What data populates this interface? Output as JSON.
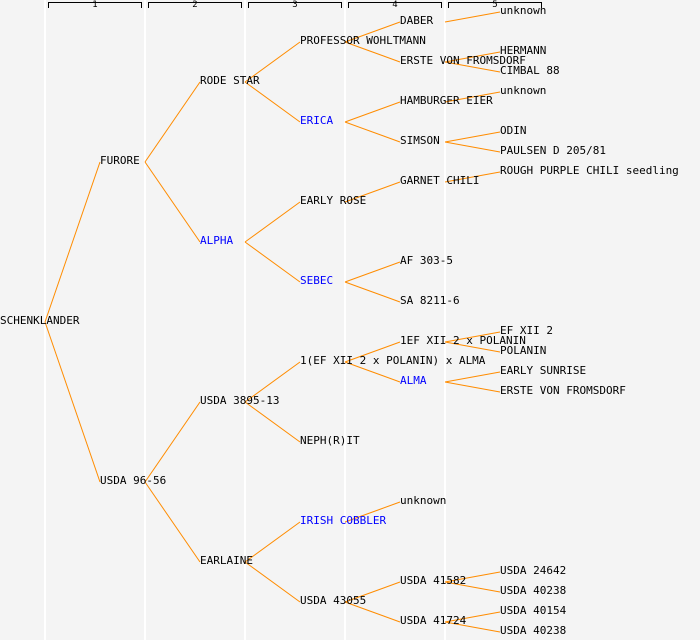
{
  "generation_headers": [
    "1",
    "2",
    "3",
    "4",
    "5"
  ],
  "colors": {
    "line": "#ff8c00",
    "link": "#0000ff",
    "text": "#000000",
    "background": "#f4f4f4"
  },
  "tree": {
    "name": "SCHENKLANDER",
    "children": [
      {
        "name": "FURORE",
        "children": [
          {
            "name": "RODE STAR",
            "children": [
              {
                "name": "PROFESSOR WOHLTMANN",
                "children": [
                  {
                    "name": "DABER",
                    "children": [
                      {
                        "name": "unknown"
                      },
                      null
                    ]
                  },
                  {
                    "name": "ERSTE VON FROMSDORF",
                    "children": [
                      {
                        "name": "HERMANN"
                      },
                      {
                        "name": "CIMBAL 88"
                      }
                    ]
                  }
                ]
              },
              {
                "name": "ERICA",
                "link": true,
                "children": [
                  {
                    "name": "HAMBURGER EIER",
                    "children": [
                      {
                        "name": "unknown"
                      },
                      null
                    ]
                  },
                  {
                    "name": "SIMSON",
                    "children": [
                      {
                        "name": "ODIN"
                      },
                      {
                        "name": "PAULSEN D 205/81"
                      }
                    ]
                  }
                ]
              }
            ]
          },
          {
            "name": "ALPHA",
            "link": true,
            "children": [
              {
                "name": "EARLY ROSE",
                "children": [
                  {
                    "name": "GARNET CHILI",
                    "children": [
                      {
                        "name": "ROUGH PURPLE CHILI seedling"
                      },
                      null
                    ]
                  },
                  null
                ]
              },
              {
                "name": "SEBEC",
                "link": true,
                "children": [
                  {
                    "name": "AF 303-5"
                  },
                  {
                    "name": "SA 8211-6"
                  }
                ]
              }
            ]
          }
        ]
      },
      {
        "name": "USDA 96-56",
        "children": [
          {
            "name": "USDA 3895-13",
            "children": [
              {
                "name": "1(EF XII 2 x POLANIN) x ALMA",
                "children": [
                  {
                    "name": "1EF XII 2 x POLANIN",
                    "children": [
                      {
                        "name": "EF XII 2"
                      },
                      {
                        "name": "POLANIN"
                      }
                    ]
                  },
                  {
                    "name": "ALMA",
                    "link": true,
                    "children": [
                      {
                        "name": "EARLY SUNRISE"
                      },
                      {
                        "name": "ERSTE VON FROMSDORF"
                      }
                    ]
                  }
                ]
              },
              {
                "name": "NEPH(R)IT"
              }
            ]
          },
          {
            "name": "EARLAINE",
            "children": [
              {
                "name": "IRISH COBBLER",
                "link": true,
                "children": [
                  {
                    "name": "unknown"
                  },
                  null
                ]
              },
              {
                "name": "USDA 43055",
                "children": [
                  {
                    "name": "USDA 41582",
                    "children": [
                      {
                        "name": "USDA 24642"
                      },
                      {
                        "name": "USDA 40238"
                      }
                    ]
                  },
                  {
                    "name": "USDA 41724",
                    "children": [
                      {
                        "name": "USDA 40154"
                      },
                      {
                        "name": "USDA 40238"
                      }
                    ]
                  }
                ]
              }
            ]
          }
        ]
      }
    ]
  }
}
